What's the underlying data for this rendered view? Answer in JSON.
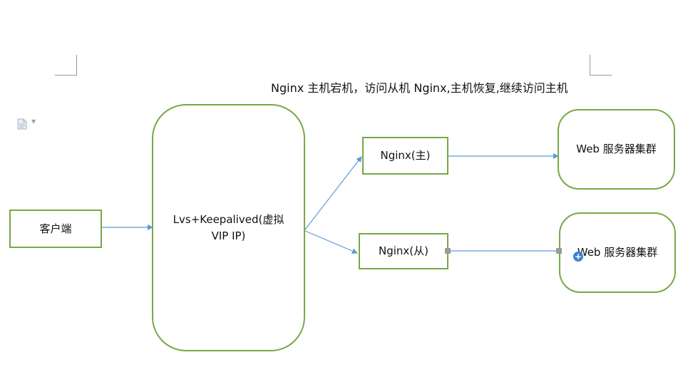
{
  "caption": "Nginx 主机宕机，访问从机 Nginx,主机恢复,继续访问主机",
  "nodes": {
    "client": "客户端",
    "lvs_line1": "Lvs+Keepalived(虚拟",
    "lvs_line2": "VIP IP)",
    "nginx_master": "Nginx(主)",
    "nginx_slave": "Nginx(从)",
    "web_cluster_1": "Web 服务器集群",
    "web_cluster_2": "Web 服务器集群"
  },
  "icons": {
    "document": "document-icon",
    "dropdown": "caret-down-icon",
    "add": "plus-circle-icon"
  },
  "colors": {
    "node_border": "#77a846",
    "connector": "#5b9bd5",
    "handle": "#9b9b9b",
    "add_button": "#3b82d6"
  }
}
